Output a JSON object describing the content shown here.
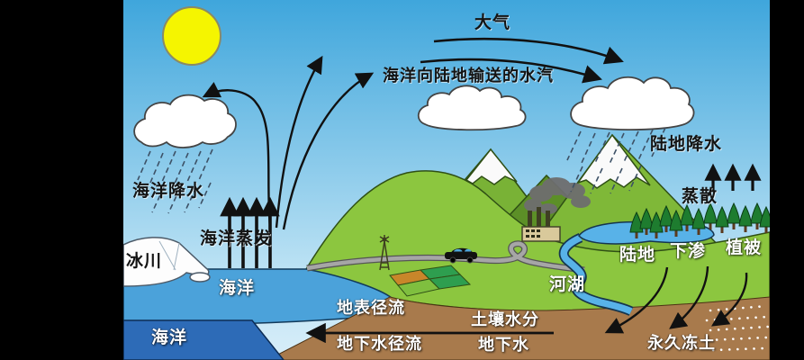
{
  "diagram": {
    "title_implied": "",
    "labels": {
      "atmosphere": "大气",
      "vapor_transport": "海洋向陆地输送的水汽",
      "land_precipitation": "陆地降水",
      "ocean_precipitation": "海洋降水",
      "ocean_evaporation": "海洋蒸发",
      "evapotranspiration": "蒸散",
      "glacier": "冰川",
      "ocean_surface": "海洋",
      "ocean_deep": "海洋",
      "rivers_lakes": "河湖",
      "land": "陆地",
      "infiltration": "下渗",
      "vegetation": "植被",
      "surface_runoff": "地表径流",
      "soil_moisture": "土壤水分",
      "groundwater_runoff": "地下水径流",
      "groundwater": "地下水",
      "permafrost": "永久冻土"
    },
    "colors": {
      "frame": "#000000",
      "sky_top": "#3FA6DC",
      "sky_bottom": "#D8EEF9",
      "sun": "#F5F500",
      "sea_light": "#4BA2DA",
      "sea_deep": "#2D6BB7",
      "land_green": "#8CC63F",
      "mountain_green": "#79B236",
      "ridge_dark": "#5C8F27",
      "ground_brown": "#A87A4C",
      "tree_green": "#1E7C2F",
      "river_blue": "#58B2E8",
      "cloud": "#FFFFFF",
      "arrow": "#111111"
    }
  }
}
